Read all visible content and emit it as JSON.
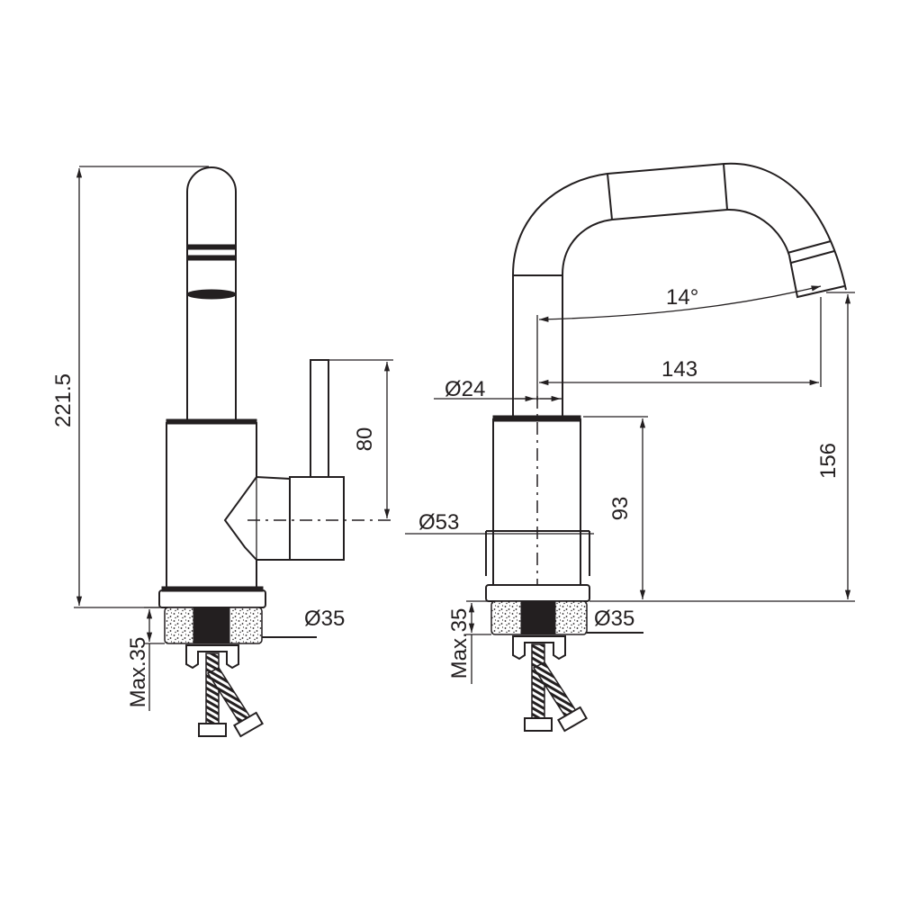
{
  "drawing": {
    "left_view": {
      "total_height": "221.5",
      "handle_height": "80",
      "hole_diameter": "Ø35",
      "max_counter_thickness": "Max.35"
    },
    "right_view": {
      "spout_diameter": "Ø24",
      "spout_angle": "14°",
      "spout_reach": "143",
      "spout_outlet_height": "156",
      "body_height": "93",
      "body_diameter": "Ø53",
      "hole_diameter": "Ø35",
      "max_counter_thickness": "Max.35"
    },
    "line_color": "#231f20"
  }
}
